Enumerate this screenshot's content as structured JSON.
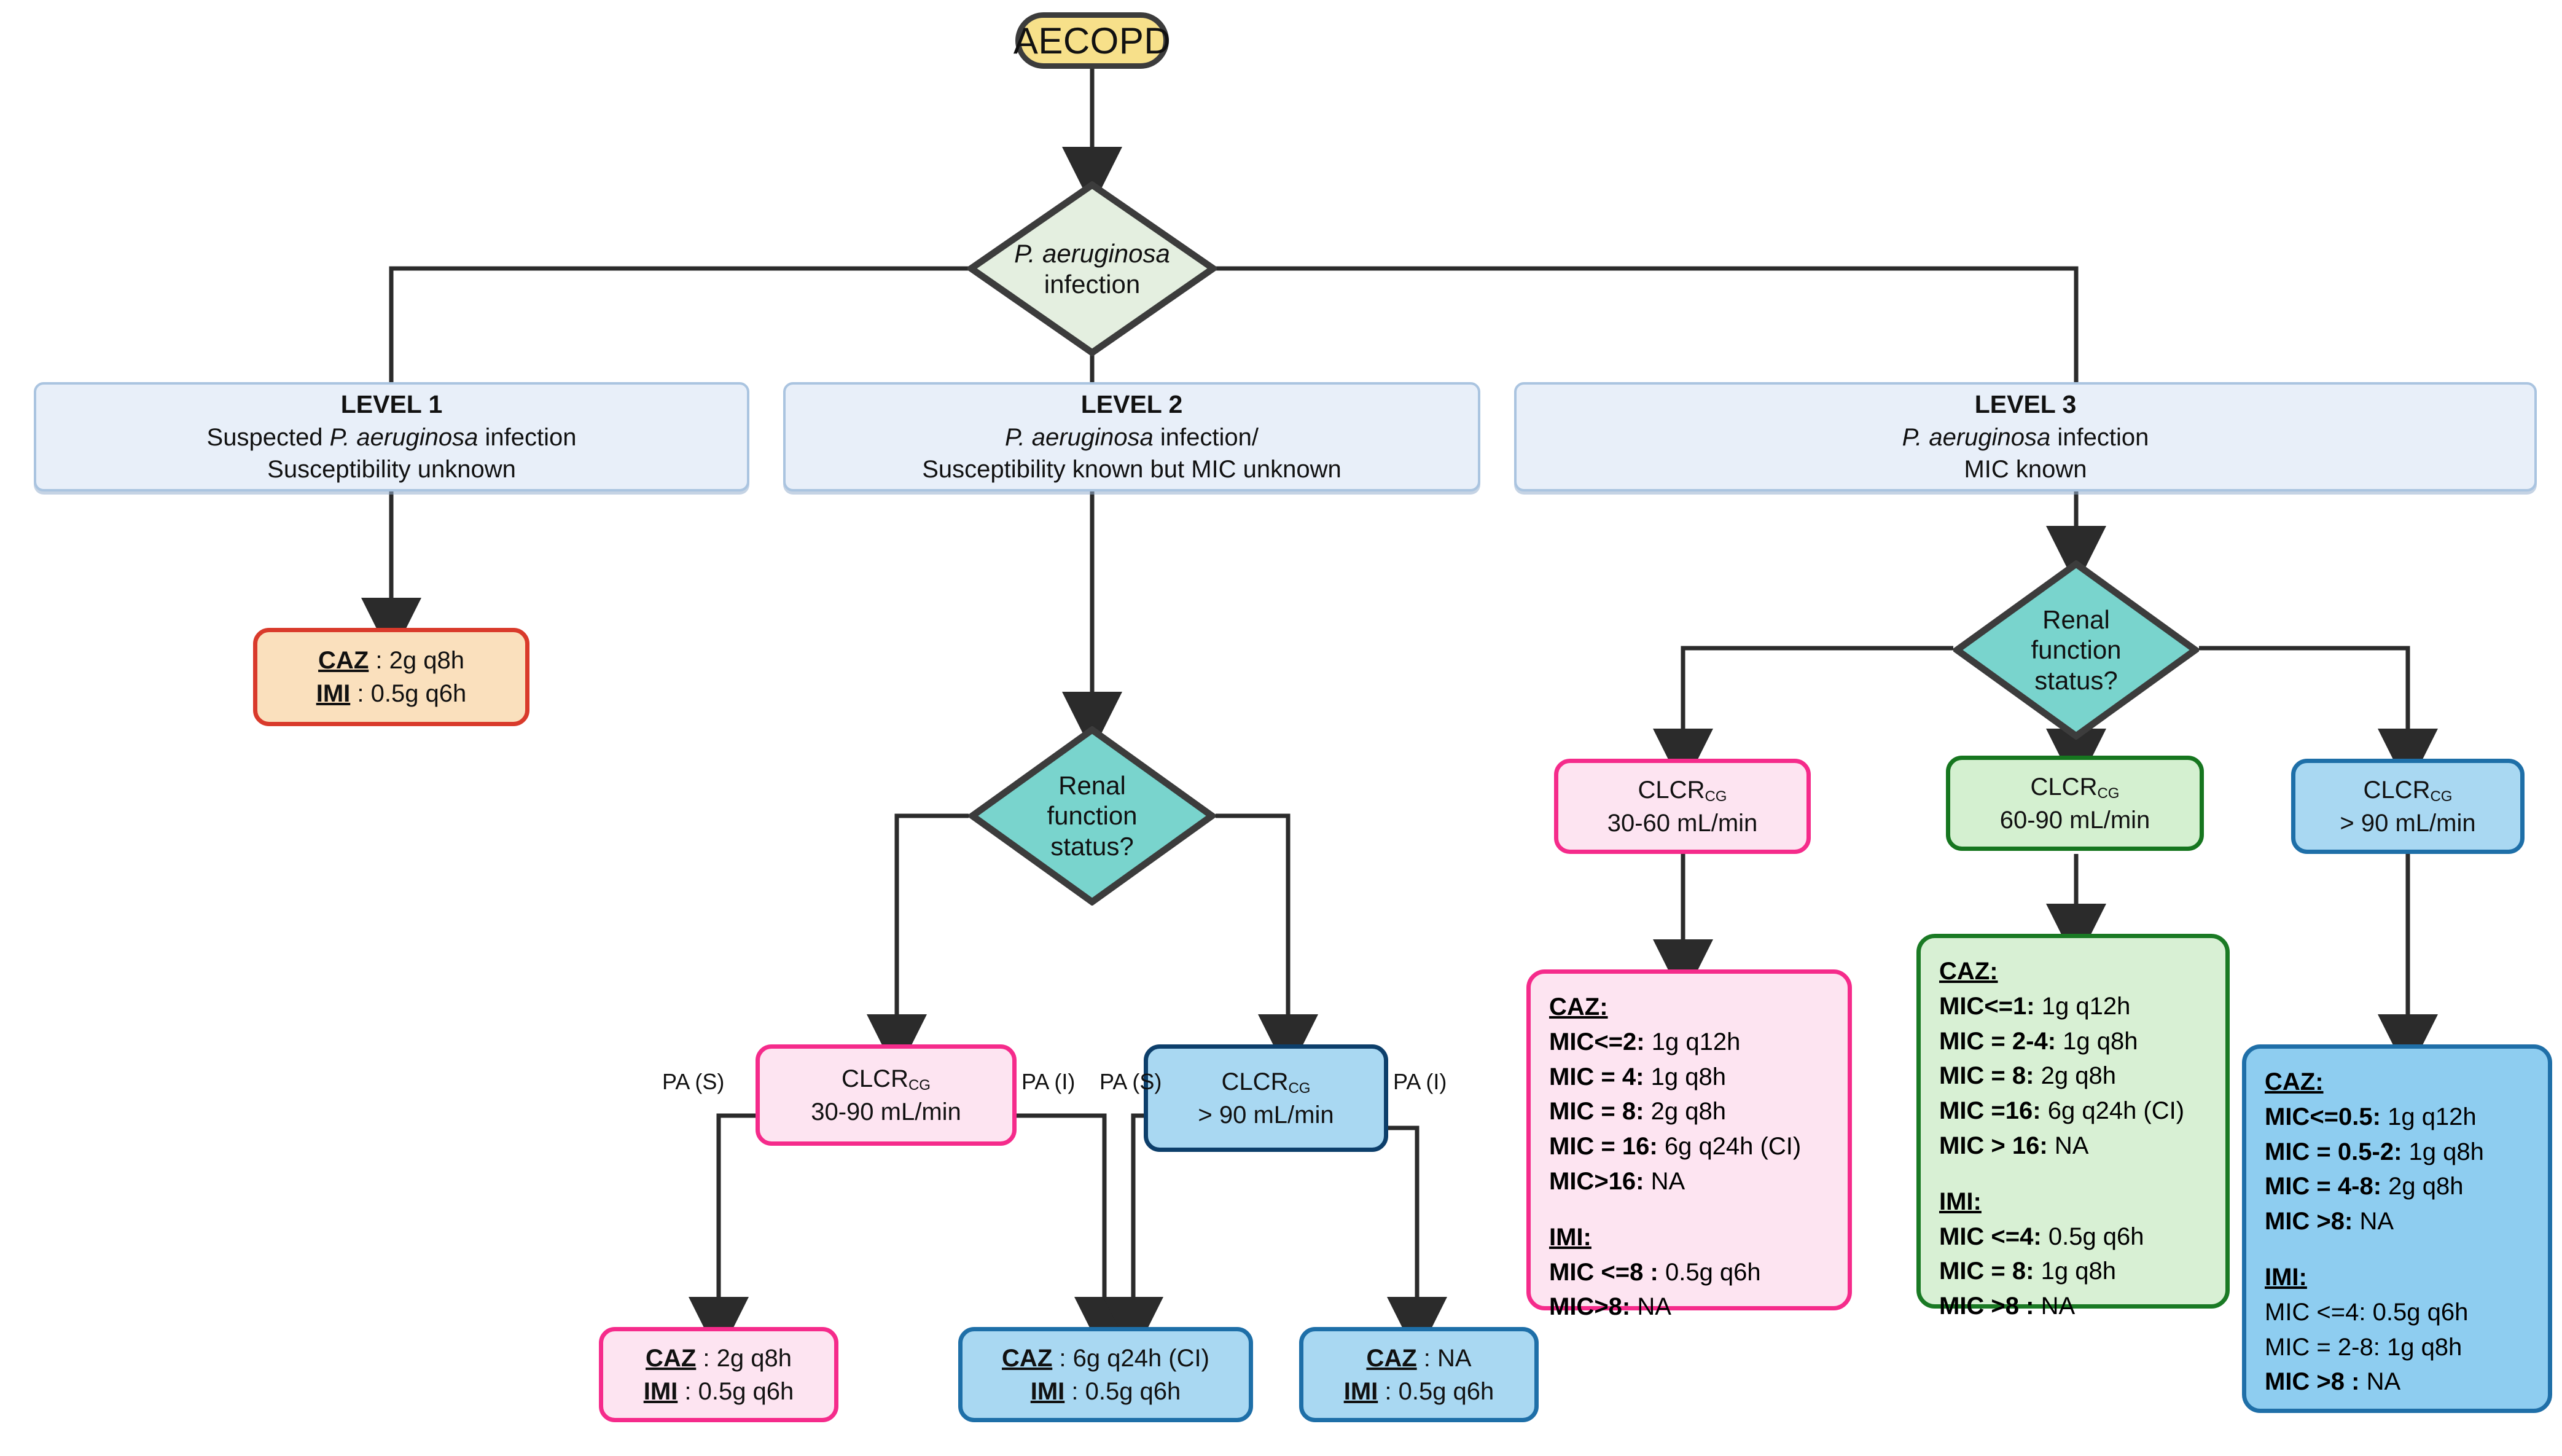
{
  "root": {
    "label": "AECOPD"
  },
  "decision_pa": {
    "line1": "P. aeruginosa",
    "line2": "infection"
  },
  "levels": [
    {
      "title": "LEVEL 1",
      "line2_pre": "Suspected ",
      "line2_it": "P. aeruginosa",
      "line2_post": " infection",
      "line3": "Susceptibility unknown"
    },
    {
      "title": "LEVEL 2",
      "line2_pre": "",
      "line2_it": "P. aeruginosa",
      "line2_post": " infection/",
      "line3": "Susceptibility known but MIC unknown"
    },
    {
      "title": "LEVEL 3",
      "line2_pre": "",
      "line2_it": "P. aeruginosa",
      "line2_post": " infection",
      "line3": "MIC known"
    }
  ],
  "level1_result": {
    "caz_label": "CAZ",
    "caz_value": " : 2g q8h",
    "imi_label": "IMI",
    "imi_value": " : 0.5g q6h"
  },
  "renal_l2": {
    "line1": "Renal",
    "line2": "function",
    "line3": "status?"
  },
  "renal_l3": {
    "line1": "Renal",
    "line2": "function",
    "line3": "status?"
  },
  "l2_clcr_low": {
    "name": "CLCR",
    "sub": "CG",
    "range": "30-90 mL/min"
  },
  "l2_clcr_high": {
    "name": "CLCR",
    "sub": "CG",
    "range": "> 90 mL/min"
  },
  "edge_labels": {
    "pa_s_left": "PA (S)",
    "pa_i_left": "PA (I)",
    "pa_s_right": "PA (S)",
    "pa_i_right": "PA (I)"
  },
  "l2_results": [
    {
      "caz_label": "CAZ",
      "caz_value": " : 2g q8h",
      "imi_label": "IMI",
      "imi_value": " : 0.5g q6h"
    },
    {
      "caz_label": "CAZ",
      "caz_value": " : 6g q24h (CI)",
      "imi_label": "IMI",
      "imi_value": " : 0.5g q6h"
    },
    {
      "caz_label": "CAZ",
      "caz_value": " : NA",
      "imi_label": "IMI",
      "imi_value": " : 0.5g q6h"
    }
  ],
  "l3_clcr_pink": {
    "name": "CLCR",
    "sub": "CG",
    "range": "30-60 mL/min"
  },
  "l3_clcr_green": {
    "name": "CLCR",
    "sub": "CG",
    "range": "60-90 mL/min"
  },
  "l3_clcr_blue": {
    "name": "CLCR",
    "sub": "CG",
    "range": "> 90 mL/min"
  },
  "panel_pink": {
    "caz_header": "CAZ:",
    "caz_rows": [
      {
        "cond": "MIC<=2:",
        "dose": " 1g q12h"
      },
      {
        "cond": "MIC = 4:",
        "dose": " 1g q8h"
      },
      {
        "cond": "MIC = 8:",
        "dose": " 2g q8h"
      },
      {
        "cond": "MIC = 16:",
        "dose": " 6g q24h (CI)"
      },
      {
        "cond": "MIC>16:",
        "dose": " NA"
      }
    ],
    "imi_header": "IMI:",
    "imi_rows": [
      {
        "cond": "MIC <=8 :",
        "dose": " 0.5g q6h"
      },
      {
        "cond": "MIC>8:",
        "dose": " NA"
      }
    ]
  },
  "panel_green": {
    "caz_header": "CAZ:",
    "caz_rows": [
      {
        "cond": "MIC<=1:",
        "dose": " 1g q12h"
      },
      {
        "cond": "MIC = 2-4:",
        "dose": " 1g q8h"
      },
      {
        "cond": "MIC = 8:",
        "dose": " 2g q8h"
      },
      {
        "cond": "MIC =16:",
        "dose": " 6g q24h (CI)"
      },
      {
        "cond": "MIC > 16:",
        "dose": " NA"
      }
    ],
    "imi_header": "IMI:",
    "imi_rows": [
      {
        "cond": "MIC <=4:",
        "dose": " 0.5g q6h"
      },
      {
        "cond": "MIC = 8:",
        "dose": " 1g q8h"
      },
      {
        "cond": "MIC >8 :",
        "dose": " NA"
      }
    ]
  },
  "panel_blue": {
    "caz_header": "CAZ:",
    "caz_rows": [
      {
        "cond": "MIC<=0.5:",
        "dose": " 1g q12h"
      },
      {
        "cond": "MIC = 0.5-2:",
        "dose": " 1g q8h"
      },
      {
        "cond": "MIC = 4-8:",
        "dose": " 2g q8h"
      },
      {
        "cond": "MIC >8:",
        "dose": " NA"
      }
    ],
    "imi_header": "IMI:",
    "imi_rows": [
      {
        "cond": "MIC <=4:",
        "dose": " 0.5g q6h"
      },
      {
        "cond": "MIC = 2-8:",
        "dose": " 1g q8h"
      },
      {
        "cond": "MIC >8 :",
        "dose": " NA"
      }
    ]
  },
  "colors": {
    "root_fill": "#f7e08a",
    "root_stroke": "#3c3c3c",
    "decision_fill": "#e4efe0",
    "renal_fill": "#79d4cd",
    "node_stroke": "#3c3c3c",
    "level_fill": "#e8eff9",
    "level_stroke": "#aac4e0",
    "orange_fill": "#fae0bd",
    "orange_stroke": "#d93a2b",
    "pink_fill": "#fde4f1",
    "pink_stroke": "#f52b8b",
    "blue_fill": "#a9d8f2",
    "blue_stroke": "#1e6fa8",
    "green_fill": "#d4f0d0",
    "green_stroke": "#16761f",
    "edge": "#2b2b2b"
  }
}
